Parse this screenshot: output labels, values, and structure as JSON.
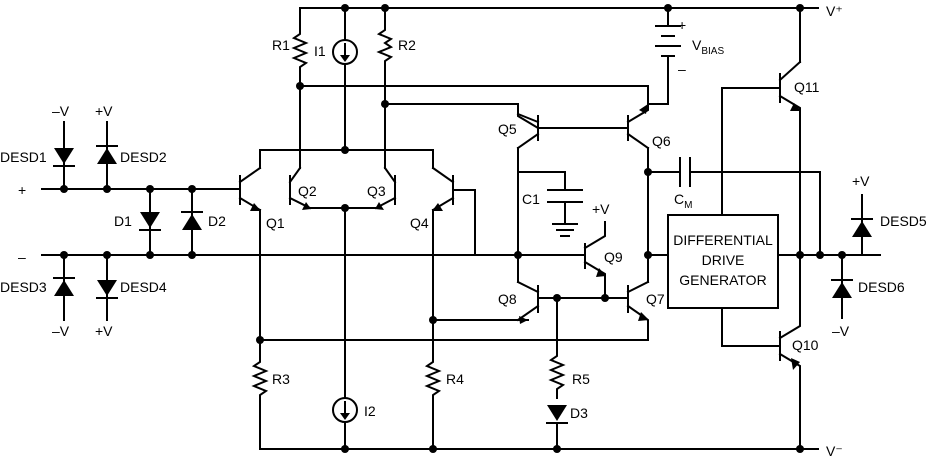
{
  "rails": {
    "vpos": "V⁺",
    "vneg": "V⁻"
  },
  "inputs": {
    "plus": "+",
    "minus": "–"
  },
  "supply_labels": {
    "neg_v": "–V",
    "pos_v": "+V"
  },
  "components": {
    "R1": "R1",
    "R2": "R2",
    "R3": "R3",
    "R4": "R4",
    "R5": "R5",
    "I1": "I1",
    "I2": "I2",
    "Q1": "Q1",
    "Q2": "Q2",
    "Q3": "Q3",
    "Q4": "Q4",
    "Q5": "Q5",
    "Q6": "Q6",
    "Q7": "Q7",
    "Q8": "Q8",
    "Q9": "Q9",
    "Q10": "Q10",
    "Q11": "Q11",
    "D1": "D1",
    "D2": "D2",
    "D3": "D3",
    "DESD1": "DESD1",
    "DESD2": "DESD2",
    "DESD3": "DESD3",
    "DESD4": "DESD4",
    "DESD5": "DESD5",
    "DESD6": "DESD6",
    "C1": "C1",
    "CM": "C",
    "CM_sub": "M",
    "VBIAS": "V",
    "VBIAS_sub": "BIAS",
    "vbias_plus": "+",
    "vbias_minus": "–",
    "q9_supply": "+V"
  },
  "generator_box": {
    "line1": "DIFFERENTIAL",
    "line2": "DRIVE",
    "line3": "GENERATOR"
  },
  "colors": {
    "ink": "#000000",
    "background": "#ffffff"
  }
}
